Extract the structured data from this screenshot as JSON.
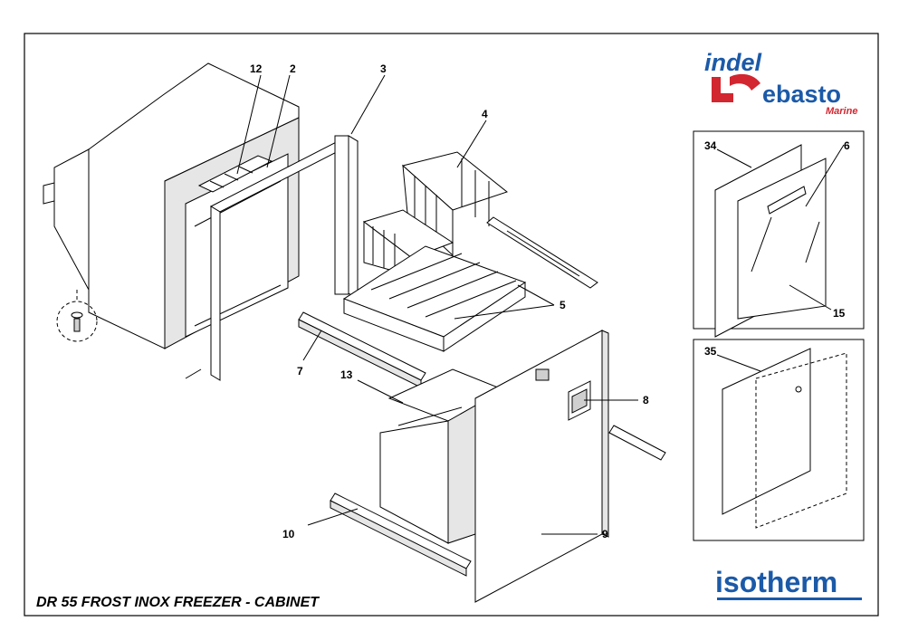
{
  "title": "DR 55 FROST INOX  FREEZER - CABINET",
  "brand": {
    "indel_word": "indel",
    "webasto_word": "ebasto",
    "marine_word": "Marine",
    "isotherm_word": "isotherm",
    "colors": {
      "indel_blue": "#1b5aa8",
      "webasto_red": "#d22630",
      "isotherm_blue": "#1b5aa8"
    }
  },
  "callouts": [
    "12",
    "2",
    "3",
    "4",
    "5",
    "7",
    "13",
    "8",
    "10",
    "9",
    "34",
    "6",
    "15",
    "35"
  ]
}
